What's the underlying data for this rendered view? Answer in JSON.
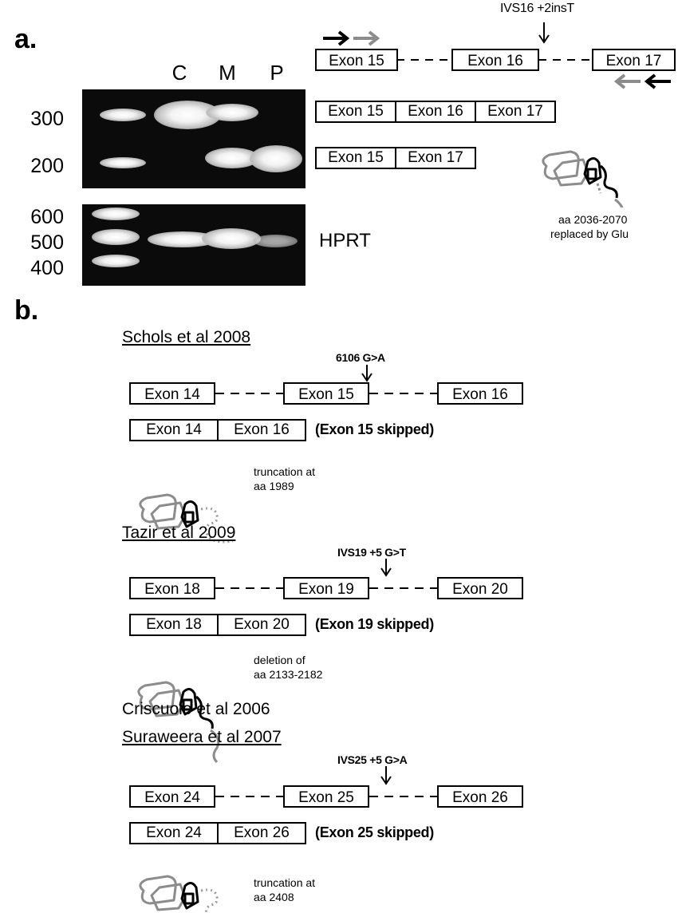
{
  "panel_a": {
    "letter": "a.",
    "lanes": [
      "C",
      "M",
      "P"
    ],
    "gel_top_markers": [
      "300",
      "200"
    ],
    "gel_bottom_markers": [
      "600",
      "500",
      "400"
    ],
    "gel_bottom_label": "HPRT",
    "mutation": "IVS16 +2insT",
    "genomic_exons": [
      "Exon 15",
      "Exon 16",
      "Exon 17"
    ],
    "transcript_full": [
      "Exon 15",
      "Exon 16",
      "Exon 17"
    ],
    "transcript_skipped": [
      "Exon 15",
      "Exon 17"
    ],
    "protein_note_1": "aa 2036-2070",
    "protein_note_2": "replaced by Glu",
    "colors": {
      "primer_outer": "#000000",
      "primer_inner": "#8c8c8c"
    }
  },
  "panel_b": {
    "letter": "b.",
    "cases": [
      {
        "refs": [
          "Schols et al 2008"
        ],
        "mutation": "6106 G>A",
        "exons": [
          "Exon 14",
          "Exon 15",
          "Exon 16"
        ],
        "spliced": [
          "Exon 14",
          "Exon 16"
        ],
        "skip_note": "(Exon 15 skipped)",
        "effect_1": "truncation at",
        "effect_2": "aa 1989"
      },
      {
        "refs": [
          "Tazir et al 2009"
        ],
        "mutation": "IVS19 +5 G>T",
        "exons": [
          "Exon 18",
          "Exon 19",
          "Exon 20"
        ],
        "spliced": [
          "Exon 18",
          "Exon 20"
        ],
        "skip_note": "(Exon 19 skipped)",
        "effect_1": "deletion of",
        "effect_2": "aa 2133-2182"
      },
      {
        "refs": [
          "Criscuolo et al 2006",
          "Suraweera et al 2007"
        ],
        "mutation": "IVS25 +5 G>A",
        "exons": [
          "Exon 24",
          "Exon 25",
          "Exon 26"
        ],
        "spliced": [
          "Exon 24",
          "Exon 26"
        ],
        "skip_note": "(Exon 25 skipped)",
        "effect_1": "truncation at",
        "effect_2": "aa 2408"
      }
    ]
  }
}
